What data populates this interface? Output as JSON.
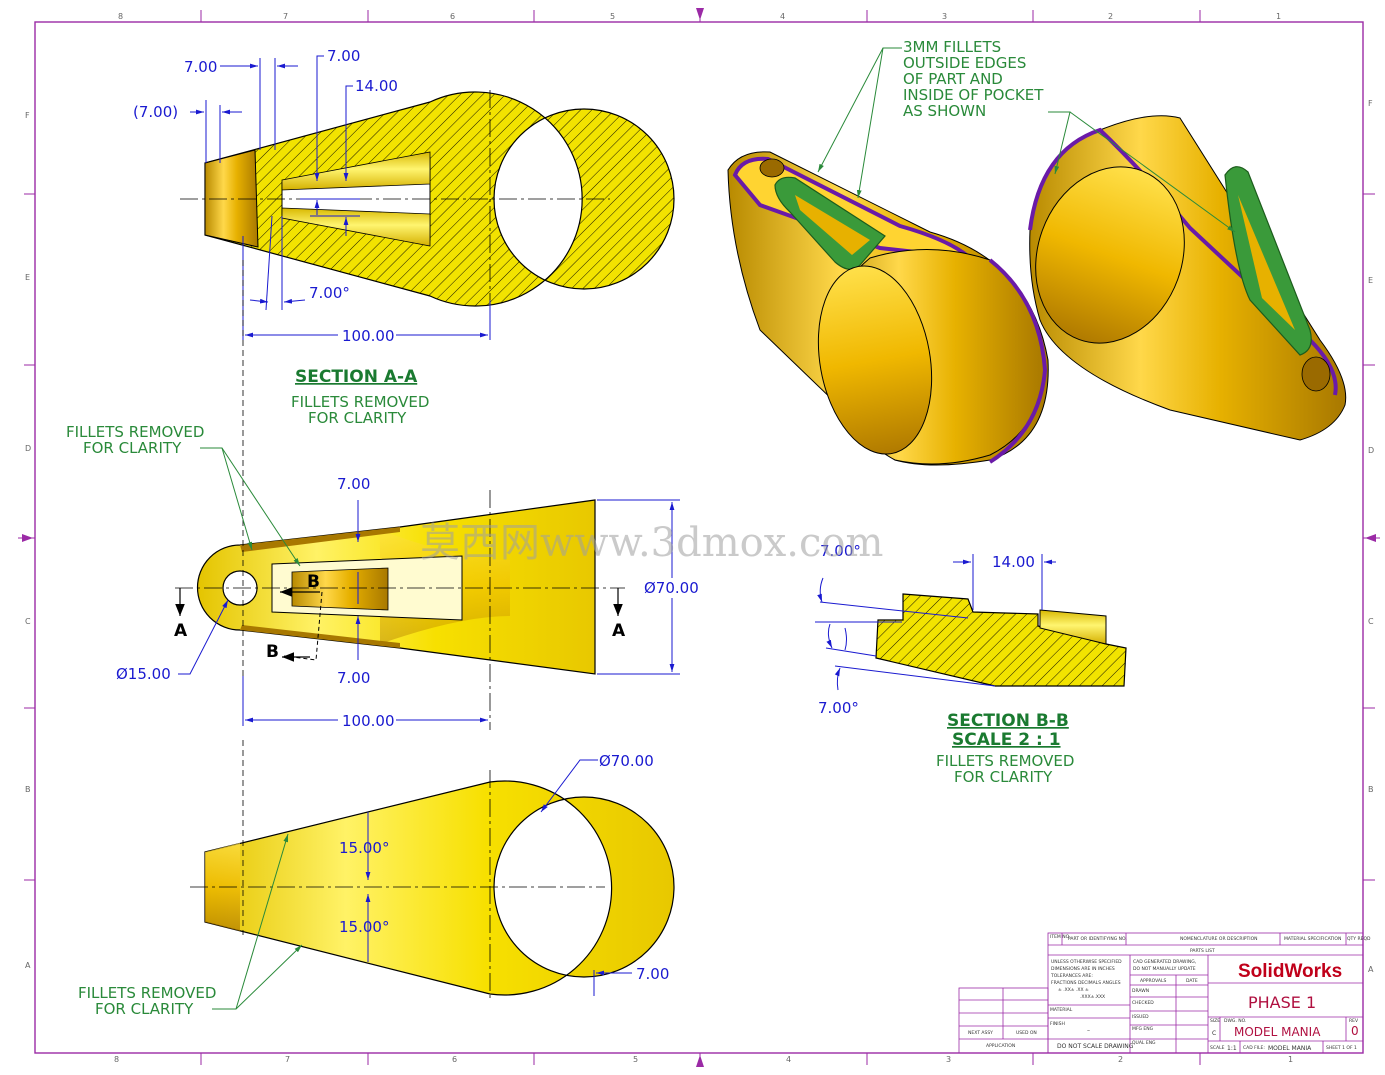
{
  "colors": {
    "border": "#9b2aa6",
    "dimension": "#1a1ad0",
    "note": "#2a8a3a",
    "part": "#f5d800",
    "pocket": "#2f8f2f",
    "fillet_edge": "#6a1aa8"
  },
  "border": {
    "cols_top": [
      "8",
      "7",
      "6",
      "5",
      "4",
      "3",
      "2",
      "1"
    ],
    "cols_bottom": [
      "8",
      "7",
      "6",
      "5",
      "4",
      "3",
      "2",
      "1"
    ],
    "rows_left": [
      "F",
      "E",
      "D",
      "C",
      "B",
      "A"
    ],
    "rows_right": [
      "F",
      "E",
      "D",
      "C",
      "B",
      "A"
    ]
  },
  "section_aa_view": {
    "dims": {
      "d1": "7.00",
      "d2": "7.00",
      "d3": "(7.00)",
      "d4": "14.00",
      "angle": "7.00°",
      "length": "100.00"
    },
    "title": "SECTION A-A",
    "note_line1": "FILLETS REMOVED",
    "note_line2": "FOR CLARITY"
  },
  "front_view": {
    "note_line1": "FILLETS REMOVED",
    "note_line2": "FOR CLARITY",
    "dims": {
      "top": "7.00",
      "bottom": "7.00",
      "diameter_big": "Ø70.00",
      "diameter_hole": "Ø15.00",
      "length": "100.00"
    },
    "section_labels": {
      "a_left": "A",
      "a_right": "A",
      "b_top": "B",
      "b_bottom": "B"
    }
  },
  "top_view": {
    "dims": {
      "diameter": "Ø70.00",
      "angle_top": "15.00°",
      "angle_bottom": "15.00°",
      "thickness": "7.00"
    },
    "note_line1": "FILLETS REMOVED",
    "note_line2": "FOR CLARITY"
  },
  "iso_note": {
    "line1": "3MM FILLETS",
    "line2": "OUTSIDE EDGES",
    "line3": "OF PART AND",
    "line4": "INSIDE OF POCKET",
    "line5": "AS SHOWN"
  },
  "section_bb_view": {
    "dims": {
      "angle_top": "7.00°",
      "width": "14.00",
      "angle_bottom": "7.00°"
    },
    "title": "SECTION B-B",
    "scale": "SCALE 2 : 1",
    "note_line1": "FILLETS REMOVED",
    "note_line2": "FOR CLARITY"
  },
  "watermark": "莫西网www.3dmox.com",
  "title_block": {
    "header_item": "ITEM NO.",
    "header_part": "PART OR IDENTIFYING NO.",
    "header_nomen": "NOMENCLATURE OR DESCRIPTION",
    "header_material": "MATERIAL SPECIFICATION",
    "header_qty": "QTY REQD",
    "parts_list": "PARTS LIST",
    "tolerance_1": "UNLESS OTHERWISE SPECIFIED",
    "tolerance_2": "DIMENSIONS ARE IN INCHES",
    "tolerance_3": "TOLERANCES ARE:",
    "tolerance_4": "FRACTIONS  DECIMALS  ANGLES",
    "tolerance_5": "±        .XX± .XX    ±",
    "tolerance_6": ".XXX±.XXX",
    "cad_1": "CAD GENERATED DRAWING,",
    "cad_2": "DO NOT MANUALLY UPDATE",
    "approval": "APPROVALS",
    "date": "DATE",
    "drawn": "DRAWN",
    "checked": "CHECKED",
    "material": "MATERIAL",
    "issued": "ISSUED",
    "finish": "FINISH",
    "mfg_eng": "MFG ENG",
    "qual_eng": "QUAL ENG",
    "next_assy": "NEXT ASSY",
    "used_on": "USED ON",
    "application": "APPLICATION",
    "no_scale": "DO NOT SCALE DRAWING",
    "dash": "–",
    "company": "SolidWorks",
    "title": "PHASE 1",
    "size_label": "SIZE",
    "size": "C",
    "dwg_label": "DWG. NO.",
    "dwg_no": "MODEL MANIA",
    "rev_label": "REV",
    "rev": "0",
    "scale_label": "SCALE",
    "scale": "1:1",
    "cad_file_label": "CAD FILE:",
    "cad_file": "MODEL MANIA",
    "sheet": "SHEET 1 OF 1"
  }
}
